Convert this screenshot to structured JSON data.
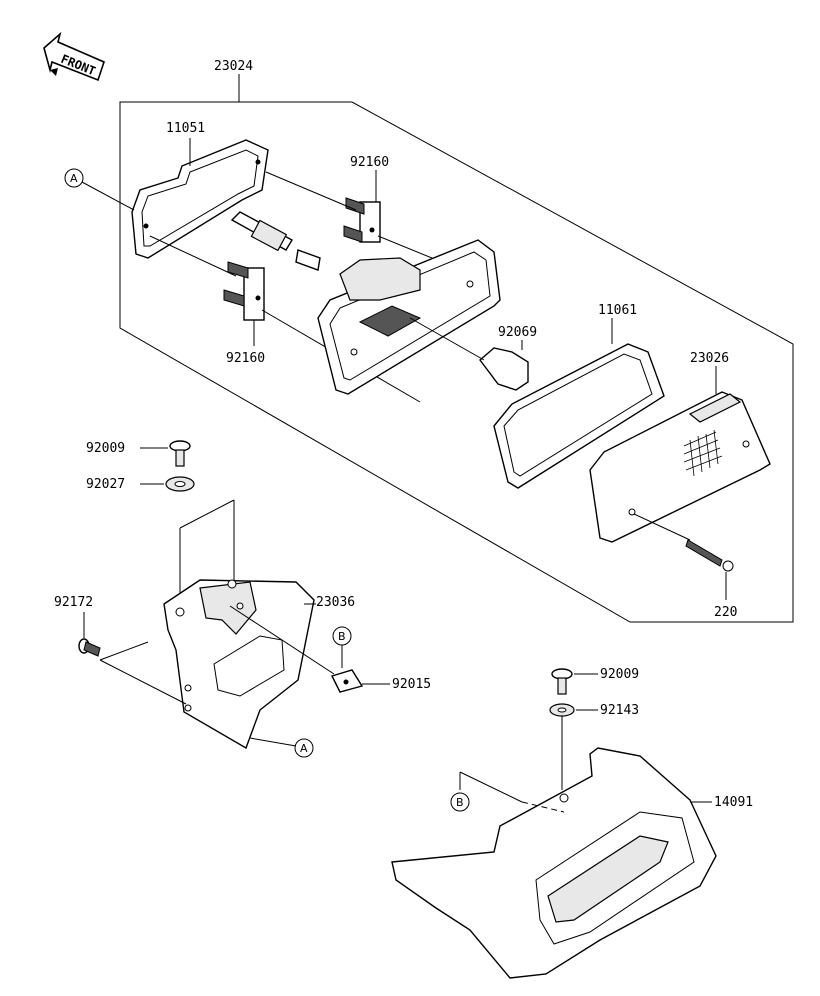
{
  "front_label": "FRONT",
  "callouts": {
    "a1": "A",
    "a2": "A",
    "b1": "B",
    "b2": "B"
  },
  "parts": {
    "p23024": "23024",
    "p11051": "11051",
    "p92160_top": "92160",
    "p92160_bottom": "92160",
    "p92069": "92069",
    "p11061": "11061",
    "p23026": "23026",
    "p220": "220",
    "p92009_left": "92009",
    "p92027": "92027",
    "p92172": "92172",
    "p23036": "23036",
    "p92015": "92015",
    "p92009_right": "92009",
    "p92143": "92143",
    "p14091": "14091"
  }
}
